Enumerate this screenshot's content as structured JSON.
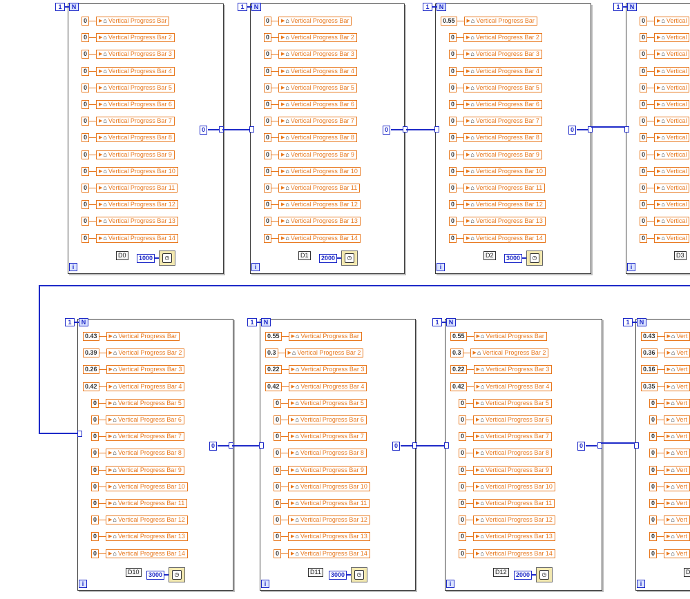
{
  "count_terminal": "N",
  "iteration_terminal": "i",
  "count_constant": "1",
  "bar_label_base": "Vertical Progress Bar",
  "shared_constant": "0",
  "icons": {
    "arrow": "right-triangle-icon",
    "property": "home-icon",
    "timer": "wait-timer-icon"
  },
  "colors": {
    "wire_blue": "#1e2ac8",
    "orange": "#e8781e"
  },
  "frames": [
    {
      "label": "D0",
      "ms": "1000",
      "values": [
        "0",
        "0",
        "0",
        "0",
        "0",
        "0",
        "0",
        "0",
        "0",
        "0",
        "0",
        "0",
        "0",
        "0"
      ],
      "bars": [
        "Vertical Progress Bar",
        "Vertical Progress Bar 2",
        "Vertical Progress Bar 3",
        "Vertical Progress Bar 4",
        "Vertical Progress Bar 5",
        "Vertical Progress Bar 6",
        "Vertical Progress Bar 7",
        "Vertical Progress Bar 8",
        "Vertical Progress Bar 9",
        "Vertical Progress Bar 10",
        "Vertical Progress Bar 11",
        "Vertical Progress Bar 12",
        "Vertical Progress Bar 13",
        "Vertical Progress Bar 14"
      ]
    },
    {
      "label": "D1",
      "ms": "2000",
      "values": [
        "0",
        "0",
        "0",
        "0",
        "0",
        "0",
        "0",
        "0",
        "0",
        "0",
        "0",
        "0",
        "0",
        "0"
      ],
      "bars": [
        "Vertical Progress Bar",
        "Vertical Progress Bar 2",
        "Vertical Progress Bar 3",
        "Vertical Progress Bar 4",
        "Vertical Progress Bar 5",
        "Vertical Progress Bar 6",
        "Vertical Progress Bar 7",
        "Vertical Progress Bar 8",
        "Vertical Progress Bar 9",
        "Vertical Progress Bar 10",
        "Vertical Progress Bar 11",
        "Vertical Progress Bar 12",
        "Vertical Progress Bar 13",
        "Vertical Progress Bar 14"
      ]
    },
    {
      "label": "D2",
      "ms": "3000",
      "values": [
        "0.55",
        "0",
        "0",
        "0",
        "0",
        "0",
        "0",
        "0",
        "0",
        "0",
        "0",
        "0",
        "0",
        "0"
      ],
      "bars": [
        "Vertical Progress Bar",
        "Vertical Progress Bar 2",
        "Vertical Progress Bar 3",
        "Vertical Progress Bar 4",
        "Vertical Progress Bar 5",
        "Vertical Progress Bar 6",
        "Vertical Progress Bar 7",
        "Vertical Progress Bar 8",
        "Vertical Progress Bar 9",
        "Vertical Progress Bar 10",
        "Vertical Progress Bar 11",
        "Vertical Progress Bar 12",
        "Vertical Progress Bar 13",
        "Vertical Progress Bar 14"
      ]
    },
    {
      "label": "D3",
      "ms": "",
      "values": [
        "0",
        "0",
        "0",
        "0",
        "0",
        "0",
        "0",
        "0",
        "0",
        "0",
        "0",
        "0",
        "0",
        "0"
      ],
      "bars": [
        "Vertical",
        "Vertical",
        "Vertical",
        "Vertical",
        "Vertical",
        "Vertical",
        "Vertical",
        "Vertical",
        "Vertical",
        "Vertical",
        "Vertical",
        "Vertical",
        "Vertical",
        "Vertical"
      ]
    },
    {
      "label": "D10",
      "ms": "3000",
      "values": [
        "0.43",
        "0.39",
        "0.26",
        "0.42",
        "0",
        "0",
        "0",
        "0",
        "0",
        "0",
        "0",
        "0",
        "0",
        "0"
      ],
      "bars": [
        "Vertical Progress Bar",
        "Vertical Progress Bar 2",
        "Vertical Progress Bar 3",
        "Vertical Progress Bar 4",
        "Vertical Progress Bar 5",
        "Vertical Progress Bar 6",
        "Vertical Progress Bar 7",
        "Vertical Progress Bar 8",
        "Vertical Progress Bar 9",
        "Vertical Progress Bar 10",
        "Vertical Progress Bar 11",
        "Vertical Progress Bar 12",
        "Vertical Progress Bar 13",
        "Vertical Progress Bar 14"
      ]
    },
    {
      "label": "D11",
      "ms": "3000",
      "values": [
        "0.55",
        "0.3",
        "0.22",
        "0.42",
        "0",
        "0",
        "0",
        "0",
        "0",
        "0",
        "0",
        "0",
        "0",
        "0"
      ],
      "bars": [
        "Vertical Progress Bar",
        "Vertical Progress Bar 2",
        "Vertical Progress Bar 3",
        "Vertical Progress Bar 4",
        "Vertical Progress Bar 5",
        "Vertical Progress Bar 6",
        "Vertical Progress Bar 7",
        "Vertical Progress Bar 8",
        "Vertical Progress Bar 9",
        "Vertical Progress Bar 10",
        "Vertical Progress Bar 11",
        "Vertical Progress Bar 12",
        "Vertical Progress Bar 13",
        "Vertical Progress Bar 14"
      ]
    },
    {
      "label": "D12",
      "ms": "2000",
      "values": [
        "0.55",
        "0.3",
        "0.22",
        "0.42",
        "0",
        "0",
        "0",
        "0",
        "0",
        "0",
        "0",
        "0",
        "0",
        "0"
      ],
      "bars": [
        "Vertical Progress Bar",
        "Vertical Progress Bar 2",
        "Vertical Progress Bar 3",
        "Vertical Progress Bar 4",
        "Vertical Progress Bar 5",
        "Vertical Progress Bar 6",
        "Vertical Progress Bar 7",
        "Vertical Progress Bar 8",
        "Vertical Progress Bar 9",
        "Vertical Progress Bar 10",
        "Vertical Progress Bar 11",
        "Vertical Progress Bar 12",
        "Vertical Progress Bar 13",
        "Vertical Progress Bar 14"
      ]
    },
    {
      "label": "D",
      "ms": "",
      "values": [
        "0.43",
        "0.36",
        "0.16",
        "0.35",
        "0",
        "0",
        "0",
        "0",
        "0",
        "0",
        "0",
        "0",
        "0",
        "0"
      ],
      "bars": [
        "Vert",
        "Vert",
        "Vert",
        "Vert",
        "Vert",
        "Vert",
        "Vert",
        "Vert",
        "Vert",
        "Vert",
        "Vert",
        "Vert",
        "Vert",
        "Vert"
      ]
    }
  ]
}
